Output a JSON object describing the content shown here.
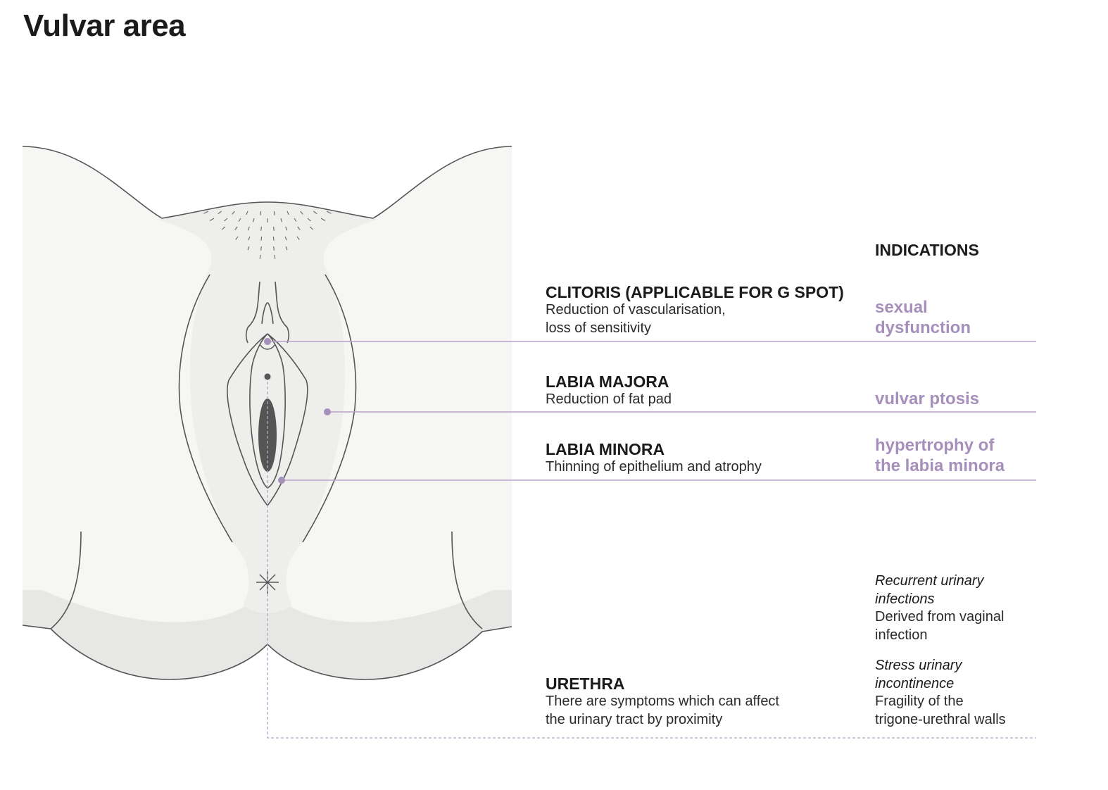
{
  "title": "Vulvar area",
  "indications_header": "INDICATIONS",
  "colors": {
    "accent": "#a68fbb",
    "line": "#b7a2c9",
    "stroke": "#555555",
    "skin": "#f6f6f5",
    "skin_mid": "#eeeeec",
    "skin_dark": "#e7e7e6"
  },
  "regions": [
    {
      "name": "CLITORIS (APPLICABLE FOR G SPOT)",
      "description": [
        "Reduction of vascularisation,",
        "loss of sensitivity"
      ],
      "indication": [
        "sexual",
        "dysfunction"
      ]
    },
    {
      "name": "LABIA MAJORA",
      "description": [
        "Reduction of fat pad"
      ],
      "indication": [
        "vulvar ptosis"
      ]
    },
    {
      "name": "LABIA MINORA",
      "description": [
        "Thinning of epithelium and atrophy"
      ],
      "indication": [
        "hypertrophy of",
        "the labia minora"
      ]
    },
    {
      "name": "URETHRA",
      "description": [
        "There are symptoms which can affect",
        "the urinary tract by proximity"
      ],
      "indications": [
        {
          "title": [
            "Recurrent urinary",
            "infections"
          ],
          "text": [
            "Derived from vaginal",
            "infection"
          ]
        },
        {
          "title": [
            "Stress urinary",
            "incontinence"
          ],
          "text": [
            "Fragility of the",
            "trigone-urethral walls"
          ]
        }
      ]
    }
  ]
}
